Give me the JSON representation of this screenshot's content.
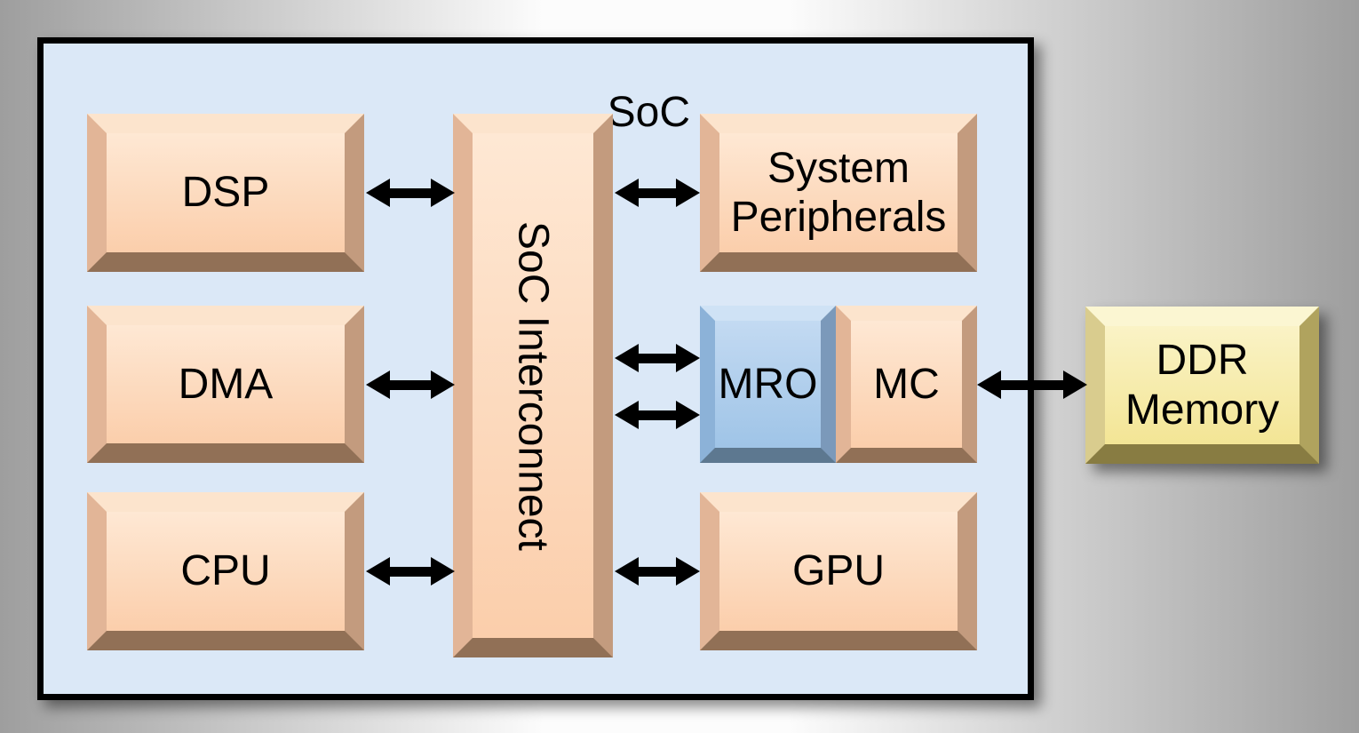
{
  "soc": {
    "label": "SoC",
    "fill_color": "#dbe8f7",
    "border_color": "#000000"
  },
  "blocks": {
    "dsp": {
      "label": "DSP",
      "color": "#fbd3b2"
    },
    "dma": {
      "label": "DMA",
      "color": "#fbd3b2"
    },
    "cpu": {
      "label": "CPU",
      "color": "#fbd3b2"
    },
    "interconnect": {
      "label": "SoC Interconnect",
      "color": "#fbd3b2",
      "orientation": "vertical"
    },
    "system_peripherals": {
      "label": "System Peripherals",
      "color": "#fbd3b2"
    },
    "mro": {
      "label": "MRO",
      "color": "#a9cbec"
    },
    "mc": {
      "label": "MC",
      "color": "#fbd3b2"
    },
    "gpu": {
      "label": "GPU",
      "color": "#fbd3b2"
    },
    "ddr_memory": {
      "label": "DDR Memory",
      "color": "#f6ecac",
      "location": "outside-soc"
    }
  },
  "connections": [
    {
      "from": "DSP",
      "to": "SoC Interconnect",
      "bidirectional": true
    },
    {
      "from": "SoC Interconnect",
      "to": "System Peripherals",
      "bidirectional": true
    },
    {
      "from": "DMA",
      "to": "SoC Interconnect",
      "bidirectional": true
    },
    {
      "from": "SoC Interconnect",
      "to": "MRO",
      "bidirectional": true
    },
    {
      "from": "SoC Interconnect",
      "to": "MRO",
      "bidirectional": true,
      "note": "second parallel link"
    },
    {
      "from": "CPU",
      "to": "SoC Interconnect",
      "bidirectional": true
    },
    {
      "from": "SoC Interconnect",
      "to": "GPU",
      "bidirectional": true
    },
    {
      "from": "MC",
      "to": "DDR Memory",
      "bidirectional": true
    }
  ],
  "background": {
    "gradient_colors": [
      "#9e9e9e",
      "#fcfcfc",
      "#9e9e9e"
    ]
  }
}
